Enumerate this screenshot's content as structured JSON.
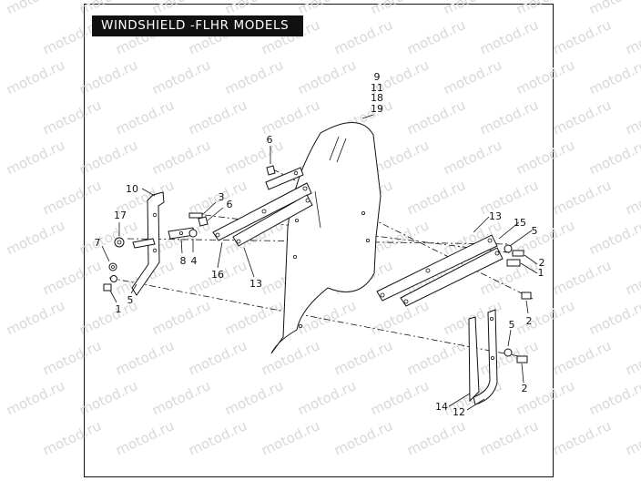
{
  "title": "WINDSHIELD -FLHR MODELS",
  "watermark": "motod.ru",
  "callouts": {
    "c9": "9",
    "c11": "11",
    "c18": "18",
    "c19": "19",
    "c6_top": "6",
    "c3": "3",
    "c6_mid": "6",
    "c10": "10",
    "c17": "17",
    "c7": "7",
    "c8": "8",
    "c4": "4",
    "c16": "16",
    "c13_left": "13",
    "c5_left": "5",
    "c1_left": "1",
    "c13_right": "13",
    "c15": "15",
    "c5_right": "5",
    "c2_right": "2",
    "c1_right": "1",
    "c2_mid": "2",
    "c5_low": "5",
    "c2_low": "2",
    "c14": "14",
    "c12": "12"
  }
}
